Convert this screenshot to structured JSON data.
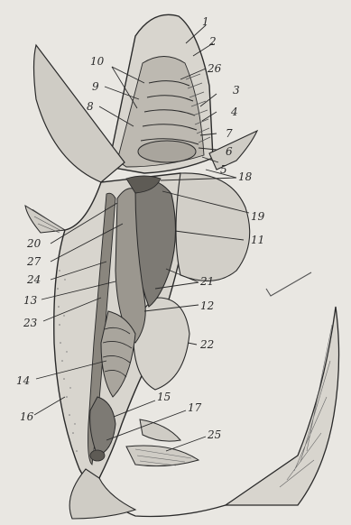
{
  "diagram": {
    "labels": [
      "1",
      "2",
      "3",
      "4",
      "5",
      "6",
      "7",
      "8",
      "9",
      "10",
      "11",
      "12",
      "13",
      "14",
      "15",
      "16",
      "17",
      "18",
      "19",
      "20",
      "21",
      "22",
      "23",
      "24",
      "25",
      "26",
      "27"
    ],
    "colors": {
      "background": "#e9e7e2",
      "ink": "#2a2a2a",
      "body_fill": "#d8d5ce",
      "organ_dark": "#7d7a74",
      "organ_mid": "#b3afa7",
      "fin_fill": "#cfccc5"
    }
  }
}
